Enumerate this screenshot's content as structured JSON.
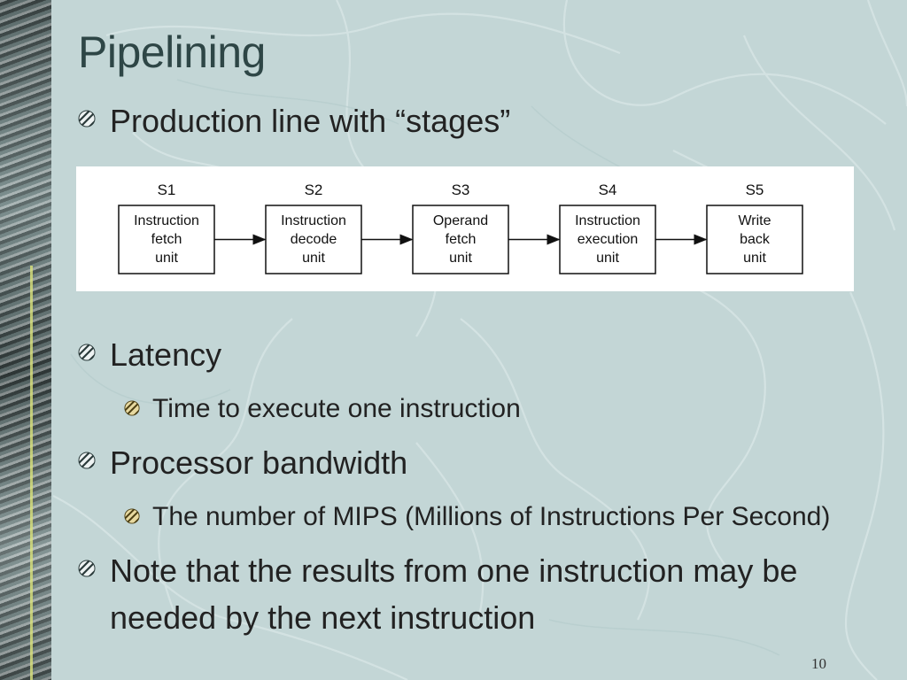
{
  "slide": {
    "title": "Pipelining",
    "page_number": "10"
  },
  "bullets": {
    "production": "Production line with “stages”",
    "latency": "Latency",
    "latency_sub": "Time to execute one instruction",
    "bandwidth": "Processor bandwidth",
    "bandwidth_sub": "The number of MIPS (Millions of Instructions Per Second)",
    "note_line1": "Note that the results from one instruction may be",
    "note_line2": "needed by the next instruction"
  },
  "diagram": {
    "stages": [
      {
        "label": "S1",
        "lines": [
          "Instruction",
          "fetch",
          "unit"
        ]
      },
      {
        "label": "S2",
        "lines": [
          "Instruction",
          "decode",
          "unit"
        ]
      },
      {
        "label": "S3",
        "lines": [
          "Operand",
          "fetch",
          "unit"
        ]
      },
      {
        "label": "S4",
        "lines": [
          "Instruction",
          "execution",
          "unit"
        ]
      },
      {
        "label": "S5",
        "lines": [
          "Write",
          "back",
          "unit"
        ]
      }
    ]
  },
  "colors": {
    "background": "#c3d6d6",
    "title": "#2e4646"
  },
  "icons": {
    "bullet": "striped-ball-icon"
  }
}
